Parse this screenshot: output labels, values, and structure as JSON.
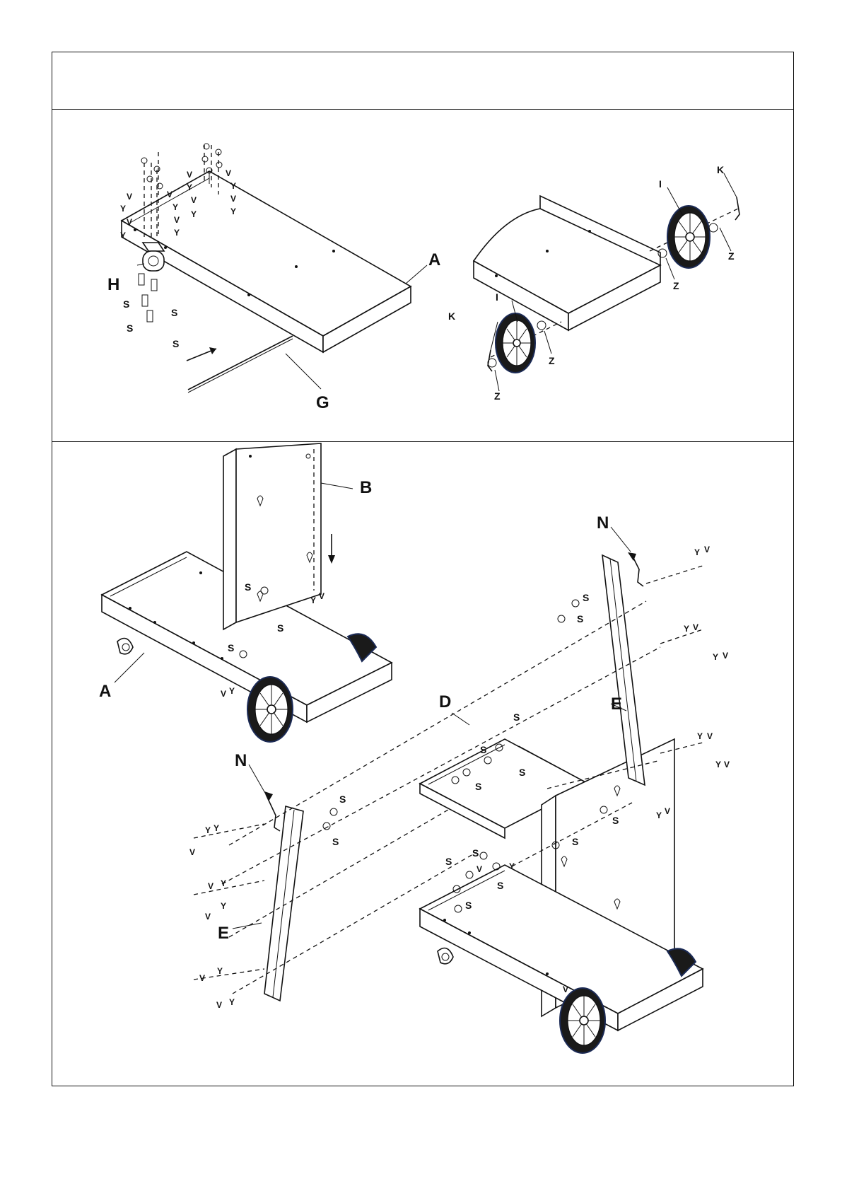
{
  "header": {
    "title": ""
  },
  "colors": {
    "line": "#111111",
    "tire": "#1a1a1a",
    "background": "#ffffff"
  },
  "step1": {
    "labels": {
      "A": "A",
      "G": "G",
      "H": "H",
      "I": "I",
      "K": "K",
      "Z": "Z",
      "S": "S",
      "V": "V",
      "Y": "Y"
    }
  },
  "step2": {
    "labels": {
      "A": "A",
      "B": "B",
      "D": "D",
      "E": "E",
      "N": "N",
      "S": "S",
      "V": "V",
      "Y": "Y"
    }
  }
}
